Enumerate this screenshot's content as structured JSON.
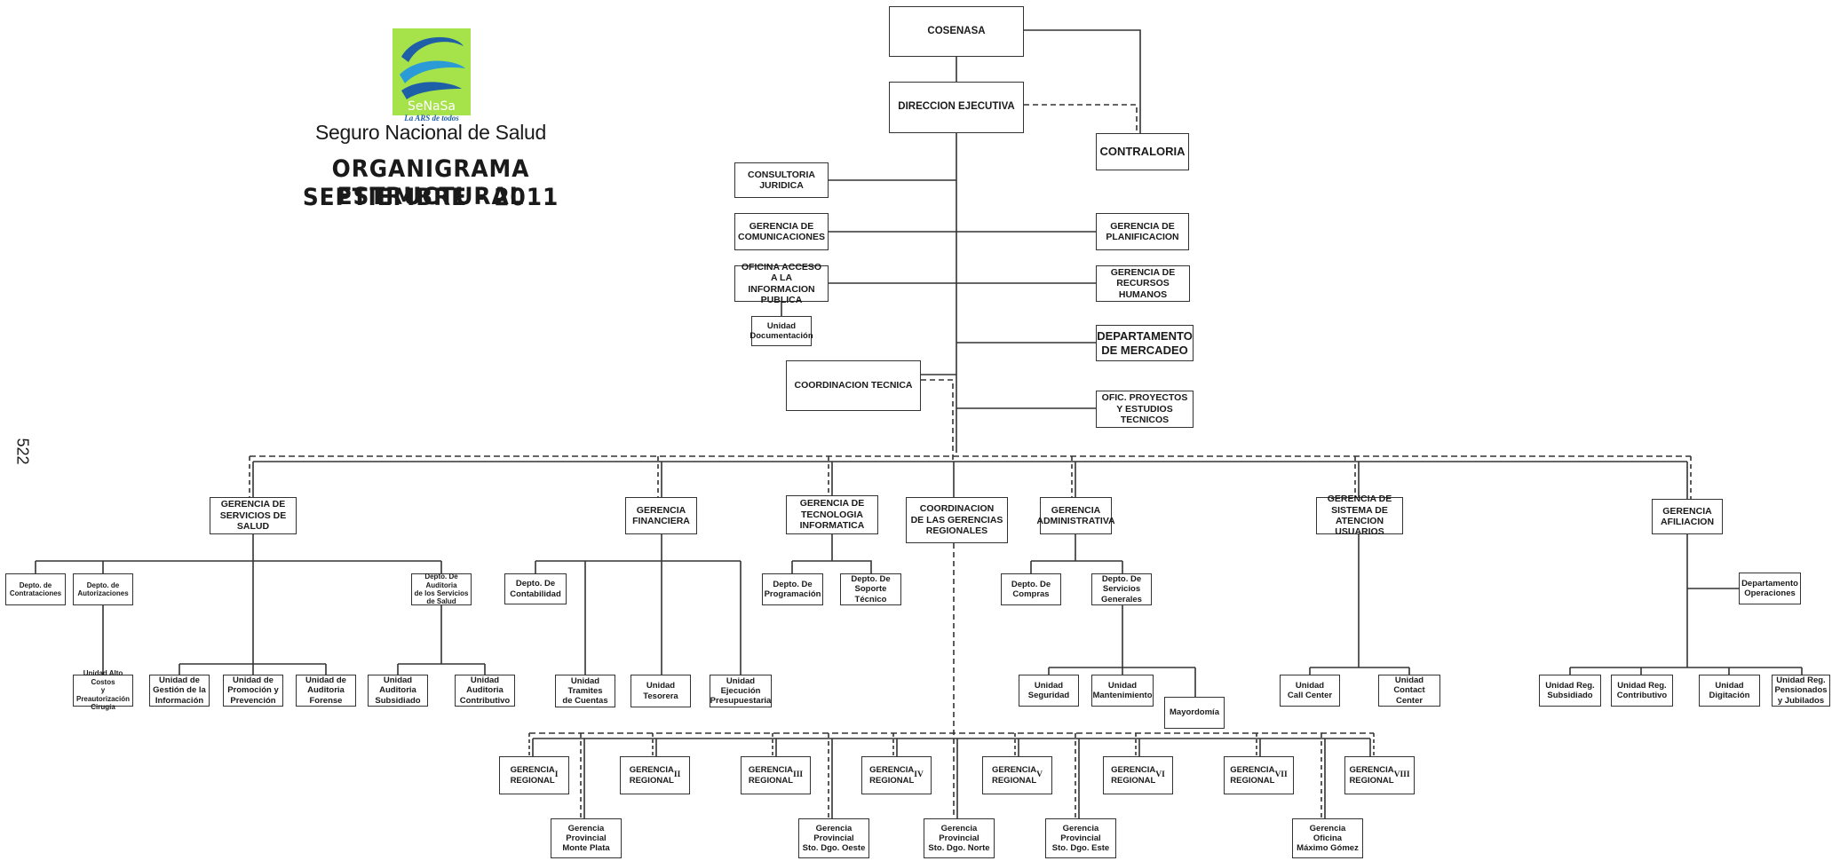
{
  "header": {
    "logo_name": "SeNaSa",
    "logo_tagline": "La ARS de todos",
    "org_name": "Seguro Nacional de Salud",
    "title": "ORGANIGRAMA ESTRUCTURAL",
    "date": "SEPTIEMBRE - 2011",
    "page_number": "522"
  },
  "colors": {
    "logo_bg": "#a6e24a",
    "logo_swoosh": "#1f5fa8",
    "line": "#333333"
  },
  "top": {
    "cosenasa": "COSENASA",
    "direccion": "DIRECCION EJECUTIVA",
    "contraloria": "CONTRALORIA"
  },
  "staff": {
    "consultoria": "CONSULTORIA\nJURIDICA",
    "comunicaciones": "GERENCIA DE\nCOMUNICACIONES",
    "oficina_acceso": "OFICINA ACCESO A LA\nINFORMACION PUBLICA",
    "unidad_documentacion": "Unidad\nDocumentación",
    "coordinacion_tecnica": "COORDINACION TECNICA",
    "planificacion": "GERENCIA DE\nPLANIFICACION",
    "rrhh": "GERENCIA DE\nRECURSOS HUMANOS",
    "mercadeo": "DEPARTAMENTO\nDE MERCADEO",
    "proyectos": "OFIC. PROYECTOS\nY ESTUDIOS TECNICOS"
  },
  "gerencias": {
    "salud": {
      "title": "GERENCIA DE\nSERVICIOS DE\nSALUD",
      "contrataciones": "Depto. de\nContrataciones",
      "autorizaciones": "Depto. de\nAutorizaciones",
      "auditoria_servicios": "Depto. De Auditoria\nde los Servicios\nde Salud",
      "alto_costo": "Unidad Alto Costos\ny Preautorización\nCirugía",
      "gestion_info": "Unidad de\nGestión de la\nInformación",
      "promocion": "Unidad de\nPromoción y\nPrevención",
      "forense": "Unidad de\nAuditoria\nForense",
      "aud_subsidiado": "Unidad\nAuditoria\nSubsidiado",
      "aud_contributivo": "Unidad\nAuditoria\nContributivo"
    },
    "financiera": {
      "title": "GERENCIA\nFINANCIERA",
      "contabilidad": "Depto. De\nContabilidad",
      "tramites": "Unidad\nTramites\nde Cuentas",
      "tesorera": "Unidad\nTesorera",
      "ejecucion": "Unidad\nEjecución\nPresupuestaria"
    },
    "tecnologia": {
      "title": "GERENCIA DE\nTECNOLOGIA\nINFORMATICA",
      "programacion": "Depto. De\nProgramación",
      "soporte": "Depto. De\nSoporte\nTécnico"
    },
    "coord_regionales": {
      "title": "COORDINACION\nDE LAS GERENCIAS\nREGIONALES"
    },
    "administrativa": {
      "title": "GERENCIA\nADMINISTRATIVA",
      "compras": "Depto. De\nCompras",
      "servicios_generales": "Depto. De\nServicios\nGenerales",
      "seguridad": "Unidad\nSeguridad",
      "mantenimiento": "Unidad\nMantenimiento",
      "mayordomia": "Mayordomía"
    },
    "atencion": {
      "title": "GERENCIA DE\nSISTEMA DE\nATENCION USUARIOS",
      "call_center": "Unidad\nCall Center",
      "contact_center": "Unidad\nContact Center"
    },
    "afiliacion": {
      "title": "GERENCIA\nAFILIACION",
      "operaciones": "Departamento\nOperaciones",
      "subsidiado": "Unidad Reg.\nSubsidiado",
      "contributivo": "Unidad Reg.\nContributivo",
      "digitacion": "Unidad\nDigitación",
      "pensionados": "Unidad Reg.\nPensionados\ny Jubilados"
    }
  },
  "regionales": [
    {
      "label": "GERENCIA\nREGIONAL",
      "num": "I"
    },
    {
      "label": "GERENCIA\nREGIONAL",
      "num": "II"
    },
    {
      "label": "GERENCIA\nREGIONAL",
      "num": "III"
    },
    {
      "label": "GERENCIA\nREGIONAL",
      "num": "IV"
    },
    {
      "label": "GERENCIA\nREGIONAL",
      "num": "V"
    },
    {
      "label": "GERENCIA\nREGIONAL",
      "num": "VI"
    },
    {
      "label": "GERENCIA\nREGIONAL",
      "num": "VII"
    },
    {
      "label": "GERENCIA\nREGIONAL",
      "num": "VIII"
    }
  ],
  "provinciales": [
    "Gerencia\nProvincial\nMonte Plata",
    "Gerencia\nProvincial\nSto. Dgo. Oeste",
    "Gerencia\nProvincial\nSto. Dgo. Norte",
    "Gerencia\nProvincial\nSto. Dgo. Este",
    "Gerencia\nOficina\nMáximo Gómez"
  ]
}
